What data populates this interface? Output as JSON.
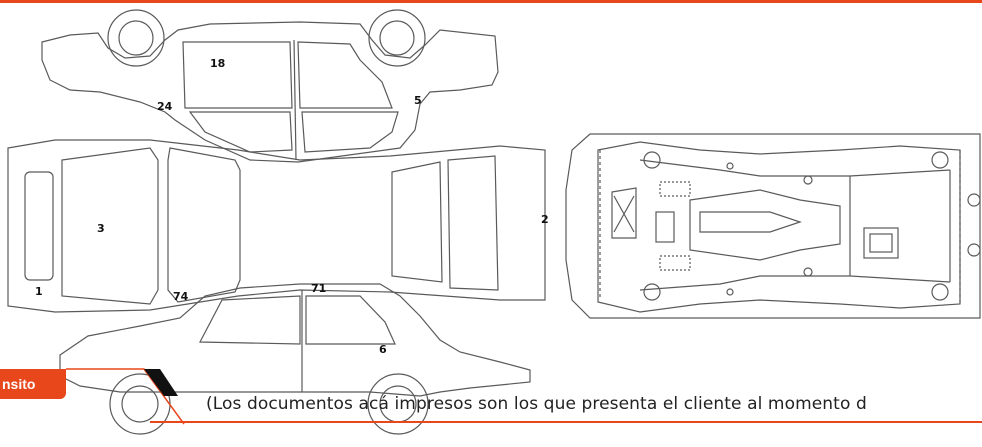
{
  "diagram": {
    "labels": [
      {
        "id": "18",
        "text": "18"
      },
      {
        "id": "24",
        "text": "24"
      },
      {
        "id": "5",
        "text": "5"
      },
      {
        "id": "3",
        "text": "3"
      },
      {
        "id": "2",
        "text": "2"
      },
      {
        "id": "1",
        "text": "1"
      },
      {
        "id": "74",
        "text": "74"
      },
      {
        "id": "71",
        "text": "71"
      },
      {
        "id": "6",
        "text": "6"
      }
    ]
  },
  "footer": {
    "tag": "nsito",
    "note": "(Los documentos acá impresos son los que presenta el cliente al momento d"
  },
  "colors": {
    "accent": "#e8471c",
    "line": "#555555"
  }
}
